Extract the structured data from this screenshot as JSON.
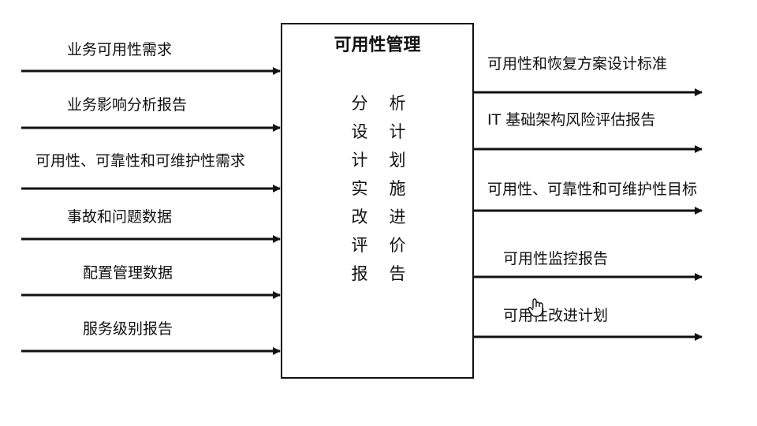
{
  "diagram": {
    "title": "可用性管理",
    "process_left": [
      "分",
      "设",
      "计",
      "实",
      "改",
      "评",
      "报"
    ],
    "process_right": [
      "析",
      "计",
      "划",
      "施",
      "进",
      "价",
      "告"
    ],
    "inputs": [
      {
        "label": "业务可用性需求"
      },
      {
        "label": "业务影响分析报告"
      },
      {
        "label": "可用性、可靠性和可维护性需求"
      },
      {
        "label": "事故和问题数据"
      },
      {
        "label": "配置管理数据"
      },
      {
        "label": "服务级别报告"
      }
    ],
    "outputs": [
      {
        "label": "可用性和恢复方案设计标准"
      },
      {
        "label": "IT 基础架构风险评估报告"
      },
      {
        "label": "可用性、可靠性和可维护性目标"
      },
      {
        "label": "可用性监控报告"
      },
      {
        "label": "可用性改进计划"
      }
    ]
  },
  "colors": {
    "line": "#111111",
    "background": "#ffffff"
  },
  "icons": {
    "cursor": "hand-pointer-icon"
  }
}
